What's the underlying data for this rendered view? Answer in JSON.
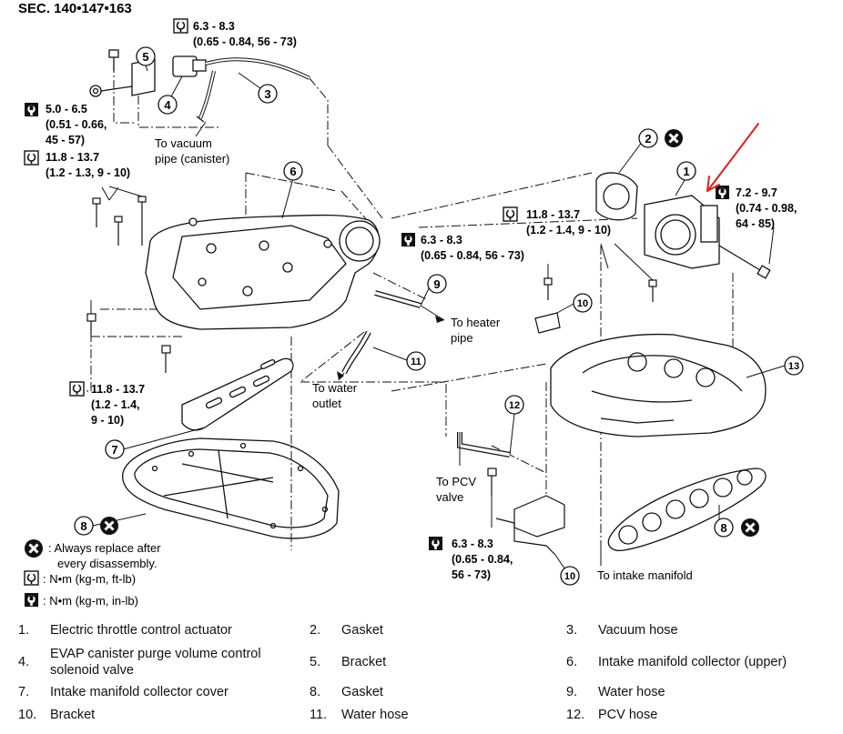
{
  "section": "SEC. 140•147•163",
  "torque_specs": {
    "t1": [
      "6.3 - 8.3",
      "(0.65 - 0.84, 56 - 73)"
    ],
    "t2": [
      "5.0 - 6.5",
      "(0.51 - 0.66,",
      "45 - 57)"
    ],
    "t3": [
      "11.8 - 13.7",
      "(1.2 - 1.3, 9 - 10)"
    ],
    "t4": [
      "6.3 - 8.3",
      "(0.65 - 0.84, 56 - 73)"
    ],
    "t5": [
      "11.8 - 13.7",
      "(1.2 - 1.4, 9 - 10)"
    ],
    "t6": [
      "7.2 - 9.7",
      "(0.74 - 0.98,",
      "64 - 85)"
    ],
    "t7": [
      "11.8 - 13.7",
      "(1.2 - 1.4,",
      "9 - 10)"
    ],
    "t8": [
      "6.3 - 8.3",
      "(0.65 - 0.84,",
      "56 - 73)"
    ]
  },
  "notes": {
    "vacuum_pipe": [
      "To vacuum",
      "pipe (canister)"
    ],
    "heater_pipe": [
      "To heater",
      "pipe"
    ],
    "water_outlet": [
      "To water",
      "outlet"
    ],
    "pcv_valve": [
      "To PCV",
      "valve"
    ],
    "intake_manifold": "To intake manifold"
  },
  "callouts": [
    "1",
    "2",
    "3",
    "4",
    "5",
    "6",
    "7",
    "8",
    "8",
    "9",
    "10",
    "10",
    "11",
    "12",
    "13"
  ],
  "legend_symbols": {
    "replace": ": Always replace after",
    "replace2": "every disassembly.",
    "nm_ftlb": ": N•m (kg-m, ft-lb)",
    "nm_inlb": ": N•m (kg-m, in-lb)"
  },
  "parts": [
    {
      "num": "1.",
      "name": "Electric throttle control actuator"
    },
    {
      "num": "2.",
      "name": "Gasket"
    },
    {
      "num": "3.",
      "name": "Vacuum hose"
    },
    {
      "num": "4.",
      "name": "EVAP canister purge volume control solenoid valve",
      "name_lines": [
        "EVAP canister purge volume control",
        "solenoid valve"
      ]
    },
    {
      "num": "5.",
      "name": "Bracket"
    },
    {
      "num": "6.",
      "name": "Intake manifold collector (upper)"
    },
    {
      "num": "7.",
      "name": "Intake manifold collector cover"
    },
    {
      "num": "8.",
      "name": "Gasket"
    },
    {
      "num": "9.",
      "name": "Water hose"
    },
    {
      "num": "10.",
      "name": "Bracket"
    },
    {
      "num": "11.",
      "name": "Water hose"
    },
    {
      "num": "12.",
      "name": "PCV hose"
    }
  ],
  "colors": {
    "annotation_arrow": "#e0201c",
    "ink": "#111111"
  }
}
